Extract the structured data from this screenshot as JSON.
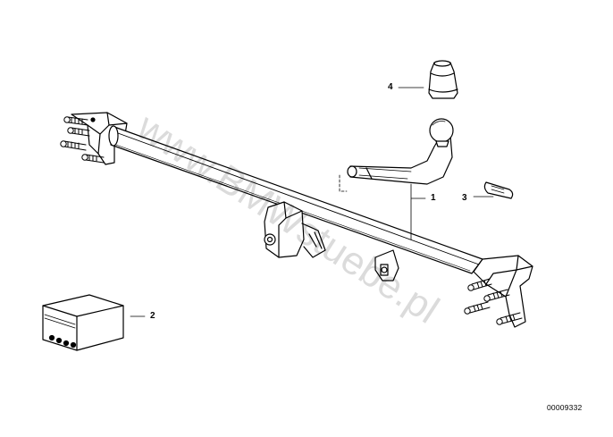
{
  "labels": {
    "part1": "1",
    "part2": "2",
    "part3": "3",
    "part4": "4"
  },
  "watermark": "www.BMWstuebe.pl",
  "document_number": "00009332",
  "colors": {
    "line": "#000000",
    "background": "#ffffff",
    "watermark": "#000000"
  }
}
